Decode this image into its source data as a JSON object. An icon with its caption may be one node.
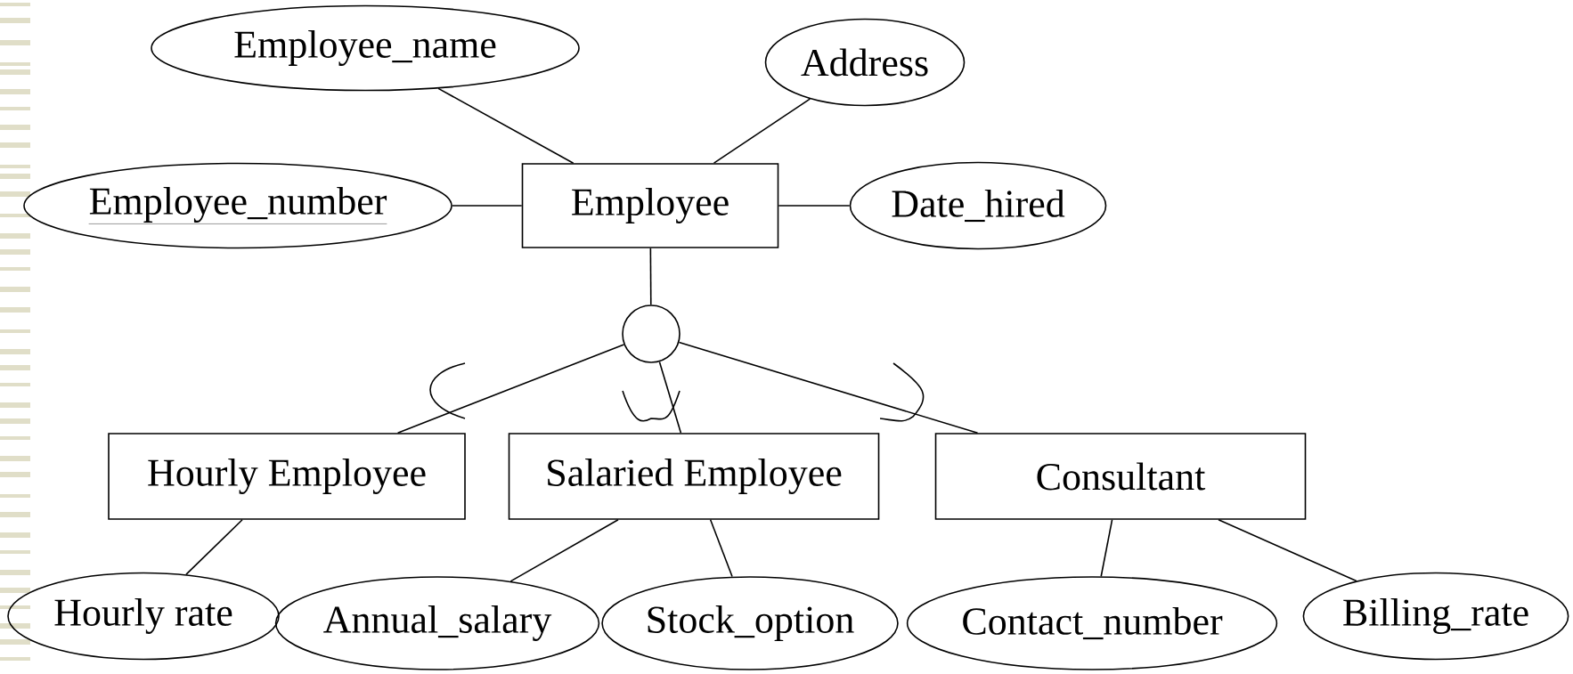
{
  "diagram": {
    "nodes": [
      {
        "text": [
          "Employee"
        ]
      },
      {
        "text": [
          "Employee_name"
        ]
      },
      {
        "text": [
          "Address"
        ]
      },
      {
        "text": [
          "Employee_number"
        ]
      },
      {
        "text": [
          "Date_hired"
        ]
      },
      {
        "text": [],
        "shape": "circle"
      },
      {
        "text": [
          "Hourly Employee"
        ]
      },
      {
        "text": [
          "Salaried Employee"
        ]
      },
      {
        "text": [
          "Consultant"
        ]
      },
      {
        "text": [
          "Hourly rate"
        ]
      },
      {
        "text": [
          "Annual_salary"
        ]
      },
      {
        "text": [
          "Stock_option"
        ]
      },
      {
        "text": [
          "Contact_number"
        ]
      },
      {
        "text": [
          "Billing_rate"
        ]
      }
    ],
    "edges": [
      {
        "from": 1,
        "to": 0,
        "arrow": "none"
      },
      {
        "from": 2,
        "to": 0,
        "arrow": "none"
      },
      {
        "from": 3,
        "to": 0,
        "arrow": "none"
      },
      {
        "from": 0,
        "to": 4,
        "arrow": "none"
      },
      {
        "from": 0,
        "to": 5,
        "arrow": "none"
      },
      {
        "from": 5,
        "to": 6,
        "arrow": "none"
      },
      {
        "from": 5,
        "to": 7,
        "arrow": "none"
      },
      {
        "from": 5,
        "to": 8,
        "arrow": "none"
      },
      {
        "from": 6,
        "to": 9,
        "arrow": "none"
      },
      {
        "from": 7,
        "to": 10,
        "arrow": "none"
      },
      {
        "from": 7,
        "to": 11,
        "arrow": "none"
      },
      {
        "from": 8,
        "to": 12,
        "arrow": "none"
      },
      {
        "from": 8,
        "to": 13,
        "arrow": "none"
      }
    ]
  }
}
